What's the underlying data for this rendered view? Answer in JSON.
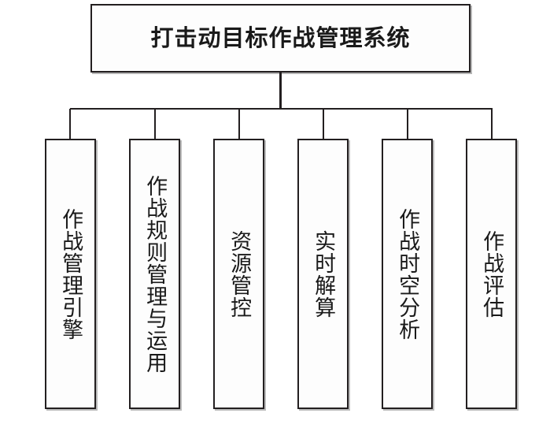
{
  "diagram": {
    "title": "打击动目标作战管理系统",
    "orientation": "top-down-org-chart",
    "colors": {
      "background": "#ffffff",
      "node_fill": "#fdfdfd",
      "node_border": "#231f20",
      "connector": "#231f20",
      "text": "#1a1a1a"
    },
    "root": {
      "label": "打击动目标作战管理系统"
    },
    "children": [
      {
        "label": "作战管理引擎"
      },
      {
        "label": "作战规则管理与运用"
      },
      {
        "label": "资源管控"
      },
      {
        "label": "实时解算"
      },
      {
        "label": "作战时空分析"
      },
      {
        "label": "作战评估"
      }
    ]
  }
}
